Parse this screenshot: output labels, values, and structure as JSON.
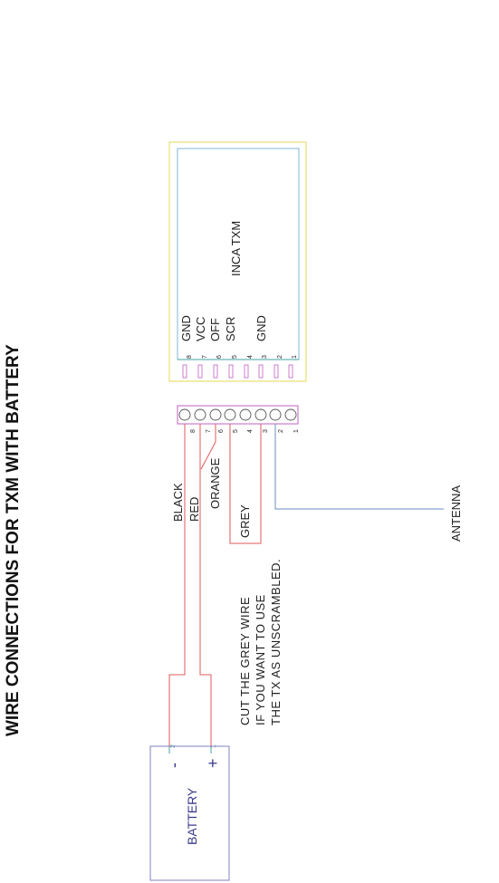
{
  "title": "WIRE CONNECTIONS FOR TXM WITH BATTERY",
  "module": {
    "name": "INCA TXM",
    "pin_labels": [
      "GND",
      "VCC",
      "OFF",
      "SCR",
      "GND"
    ],
    "pin_numbers": [
      "8",
      "7",
      "6",
      "5",
      "4",
      "3",
      "2",
      "1"
    ]
  },
  "connector": {
    "pin_numbers": [
      "8",
      "7",
      "6",
      "5",
      "4",
      "3",
      "2",
      "1"
    ]
  },
  "wires": {
    "black": "BLACK",
    "red": "RED",
    "orange": "ORANGE",
    "grey": "GREY",
    "antenna": "ANTENNA"
  },
  "note": {
    "line1": "CUT THE GREY WIRE",
    "line2": "IF YOU WANT TO USE",
    "line3": "THE TX AS UNSCRAMBLED."
  },
  "battery": {
    "label": "BATTERY",
    "minus": "-",
    "plus": "+",
    "term_minus": "2",
    "term_plus": "1"
  },
  "colors": {
    "red_wire": "#e05a5a",
    "blue_wire": "#6a8fc0",
    "module_outline": "#e8e070",
    "connector_outline": "#c060c0",
    "battery_outline": "#8080c0",
    "teal": "#40a0a0"
  }
}
